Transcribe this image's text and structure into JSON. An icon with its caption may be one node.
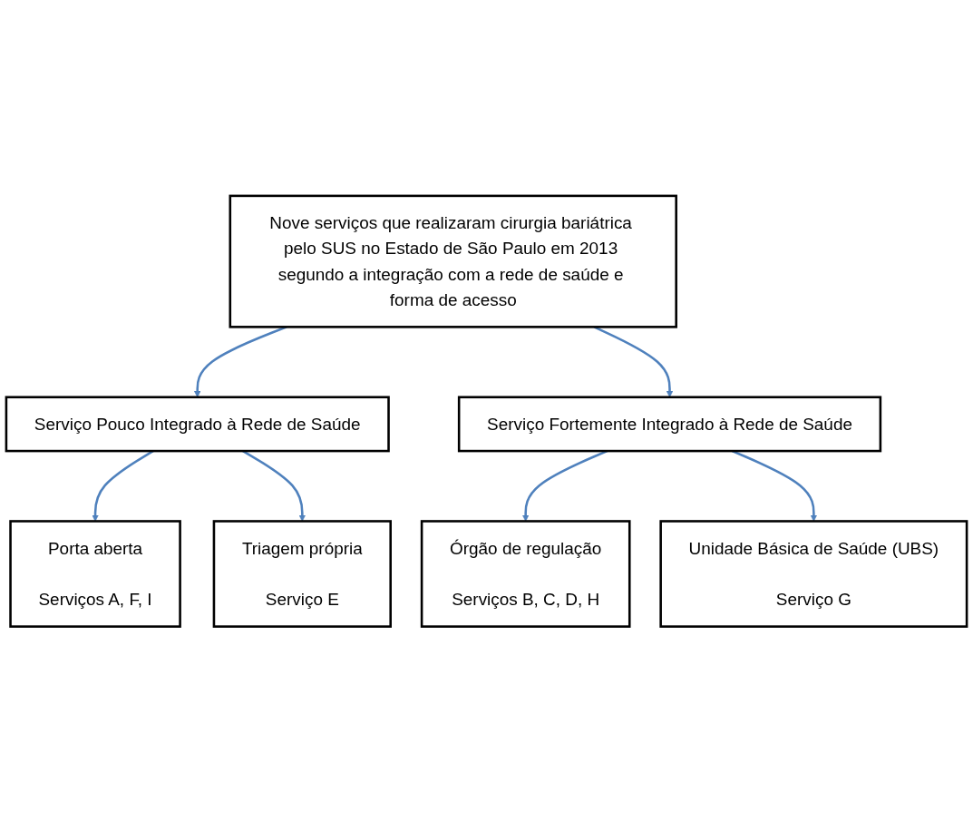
{
  "diagram": {
    "nodes": [
      {
        "text": [
          "Nove serviços que realizaram cirurgia bariátrica pelo SUS no Estado de São Paulo em 2013 segundo a integração com a rede de saúde e forma de acesso"
        ]
      },
      {
        "text": [
          "Serviço Pouco Integrado à Rede de Saúde"
        ]
      },
      {
        "text": [
          "Serviço Fortemente Integrado à Rede de Saúde"
        ]
      },
      {
        "text": [
          "Porta aberta",
          "Serviços A, F, I"
        ]
      },
      {
        "text": [
          "Triagem própria",
          "Serviço E"
        ]
      },
      {
        "text": [
          "Órgão de regulação",
          "Serviços B, C, D, H"
        ]
      },
      {
        "text": [
          "Unidade Básica de Saúde (UBS)",
          "Serviço G"
        ]
      }
    ],
    "edges": [
      {
        "from": 0,
        "to": 1,
        "arrow": "to"
      },
      {
        "from": 0,
        "to": 2,
        "arrow": "to"
      },
      {
        "from": 1,
        "to": 3,
        "arrow": "to"
      },
      {
        "from": 1,
        "to": 4,
        "arrow": "to"
      },
      {
        "from": 2,
        "to": 5,
        "arrow": "to"
      },
      {
        "from": 2,
        "to": 6,
        "arrow": "to"
      }
    ]
  }
}
